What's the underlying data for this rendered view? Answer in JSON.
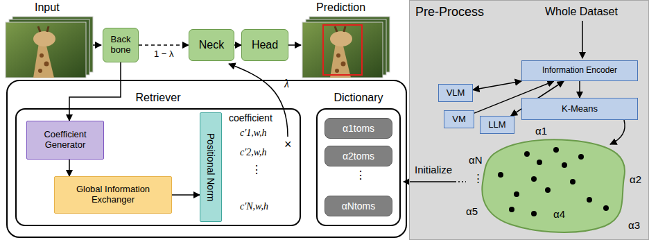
{
  "diagram": {
    "nodes": [
      {
        "text": [
          "Back bone"
        ]
      },
      {
        "text": [
          "Neck"
        ]
      },
      {
        "text": [
          "Head"
        ]
      },
      {
        "text": [
          "Retriever"
        ]
      },
      {
        "text": [
          "Coefficient Generator"
        ],
        "in": 3
      },
      {
        "text": [
          "Global Information Exchanger"
        ],
        "in": 3
      },
      {
        "text": [
          "Positional Norm"
        ],
        "in": 3
      },
      {
        "text": [
          "Dictionary"
        ]
      },
      {
        "text": [
          "α1toms"
        ],
        "in": 7
      },
      {
        "text": [
          "α2toms"
        ],
        "in": 7
      },
      {
        "text": [
          "αNtoms"
        ],
        "in": 7
      },
      {
        "text": [
          "Pre-Process"
        ]
      },
      {
        "text": [
          "Information Encoder"
        ],
        "in": 11
      },
      {
        "text": [
          "K-Means"
        ],
        "in": 11
      },
      {
        "text": [
          "VLM"
        ],
        "in": 11
      },
      {
        "text": [
          "VM"
        ],
        "in": 11
      },
      {
        "text": [
          "LLM"
        ],
        "in": 11
      }
    ],
    "edges": [
      {
        "from": 0,
        "to": 1,
        "arrow": "to",
        "label": "1 − λ"
      },
      {
        "from": 1,
        "to": 2,
        "arrow": "to"
      },
      {
        "from": 0,
        "to": 4,
        "arrow": "to"
      },
      {
        "from": 4,
        "to": 5,
        "arrow": "to"
      },
      {
        "from": 5,
        "to": 6,
        "arrow": "to"
      },
      {
        "from": 14,
        "to": 12,
        "arrow": "both"
      },
      {
        "from": 15,
        "to": 12,
        "arrow": "to"
      },
      {
        "from": 16,
        "to": 12,
        "arrow": "both"
      },
      {
        "from": 12,
        "to": 13,
        "arrow": "to"
      }
    ],
    "labels": [
      "Input",
      "Prediction",
      "coefficient",
      "c′1,w,h",
      "c′2,w,h",
      "⋮",
      "c′N,w,h",
      "×",
      "λ",
      "⋮",
      "Whole Dataset",
      "Initialize",
      "α1",
      "α2",
      "α3",
      "α4",
      "α5",
      "αN",
      "⋮"
    ]
  }
}
